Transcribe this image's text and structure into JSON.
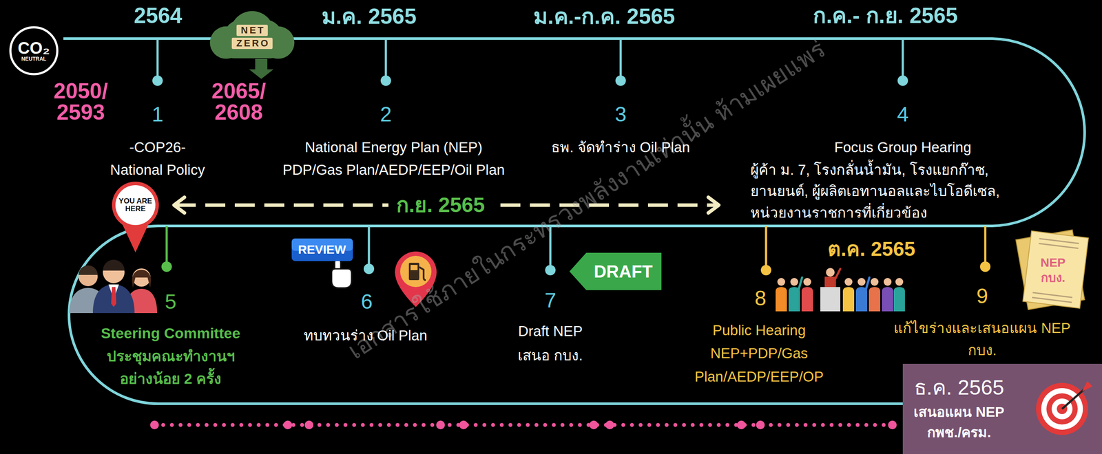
{
  "diagram": {
    "nodes": [
      {
        "text": [
          "CO₂",
          "NEUTRAL"
        ]
      },
      {
        "text": [
          "NET",
          "ZERO"
        ]
      },
      {
        "text": [
          "YOU ARE HERE"
        ]
      },
      {
        "text": [
          "REVIEW"
        ]
      },
      {
        "text": [
          "DRAFT"
        ]
      },
      {
        "text": [
          "NEP กบง."
        ]
      },
      {
        "text": [
          "ธ.ค. 2565",
          "เสนอแผน NEP กพช./ครม."
        ]
      }
    ],
    "labels": [
      "2564",
      "ม.ค. 2565",
      "ม.ค.-ก.ค. 2565",
      "ก.ค.- ก.ย. 2565",
      "2050/ 2593",
      "2065/ 2608",
      "1",
      "2",
      "3",
      "4",
      "-COP26- National Policy",
      "National Energy Plan (NEP) PDP/Gas Plan/AEDP/EEP/Oil Plan",
      "ธพ. จัดทำร่าง Oil Plan",
      "Focus Group Hearing",
      "ผู้ค้า ม. 7, โรงกลั่นน้ำมัน, โรงแยกก๊าซ, ยานยนต์, ผู้ผลิตเอทานอลและไบโอดีเซล, หน่วยงานราชการที่เกี่ยวข้อง",
      "ก.ย. 2565",
      "ต.ค. 2565",
      "5",
      "6",
      "7",
      "8",
      "9",
      "Steering Committee ประชุมคณะทำงานฯ อย่างน้อย 2 ครั้ง",
      "ทบทวนร่าง Oil Plan",
      "Draft NEP เสนอ กบง.",
      "Public Hearing NEP+PDP/Gas Plan/AEDP/EEP/OP",
      "แก้ไขร่างและเสนอแผน NEP กบง.",
      "เอกสารใช้ภายในกระทรวงพลังงานเท่านั้น ห้ามเผยแพร่"
    ]
  }
}
